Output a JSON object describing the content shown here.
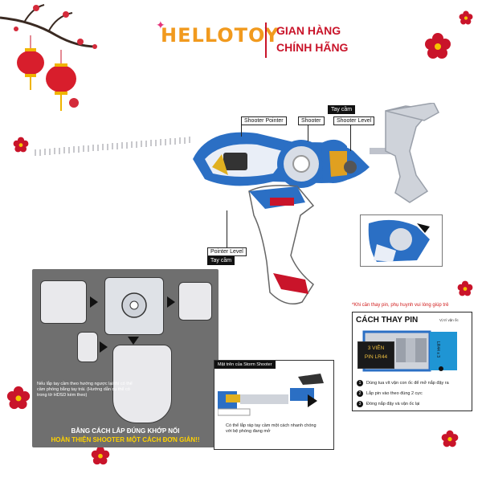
{
  "brand": {
    "name": "HELLOTOY",
    "tagline_1": "GIAN HÀNG",
    "tagline_2": "CHÍNH HÃNG"
  },
  "callouts": {
    "shooter_pointer": "Shooter Pointer",
    "shooter": "Shooter",
    "tay_cam_top": "Tay cầm",
    "shooter_level": "Shooter Level",
    "pointer_level": "Pointer Level",
    "tay_cam_bottom": "Tay cầm"
  },
  "assembly_box": {
    "hint": "Nếu lắp tay cầm theo hướng ngược lại thì có thể cầm phóng bằng tay trái. (Hướng dẫn cụ thể có trong tờ HDSD kèm theo)",
    "caption_1": "BẰNG CÁCH LẮP ĐÚNG KHỚP NỐI",
    "caption_2": "HOÀN THIỆN SHOOTER MỘT CÁCH ĐƠN GIẢN!!"
  },
  "storm_box": {
    "header": "Mặt trên của Storm Shooter",
    "description": "Có thể lắp ráp tay cầm một cách nhanh chóng với bệ phóng đang mở"
  },
  "battery": {
    "note": "*Khi cần thay pin, phụ huynh vui lòng giúp trẻ",
    "title": "CÁCH THAY PIN",
    "position_label": "Vị trí vặn ốc",
    "battery_label_1": "3 VIÊN",
    "battery_label_2": "PIN LR44",
    "side_text": "LR44 x 3",
    "steps": [
      {
        "n": "1",
        "text": "Dùng tua vít vặn con ốc để mở nắp đậy ra"
      },
      {
        "n": "2",
        "text": "Lắp pin vào theo đúng 2 cực"
      },
      {
        "n": "3",
        "text": "Đóng nắp đậy và vặn ốc lại"
      }
    ]
  },
  "colors": {
    "brand_red": "#c9142a",
    "brand_orange": "#f19a1e",
    "caption_yellow": "#ffd200",
    "toy_blue": "#2b6fc4",
    "box_gray": "#6f6f6f"
  }
}
